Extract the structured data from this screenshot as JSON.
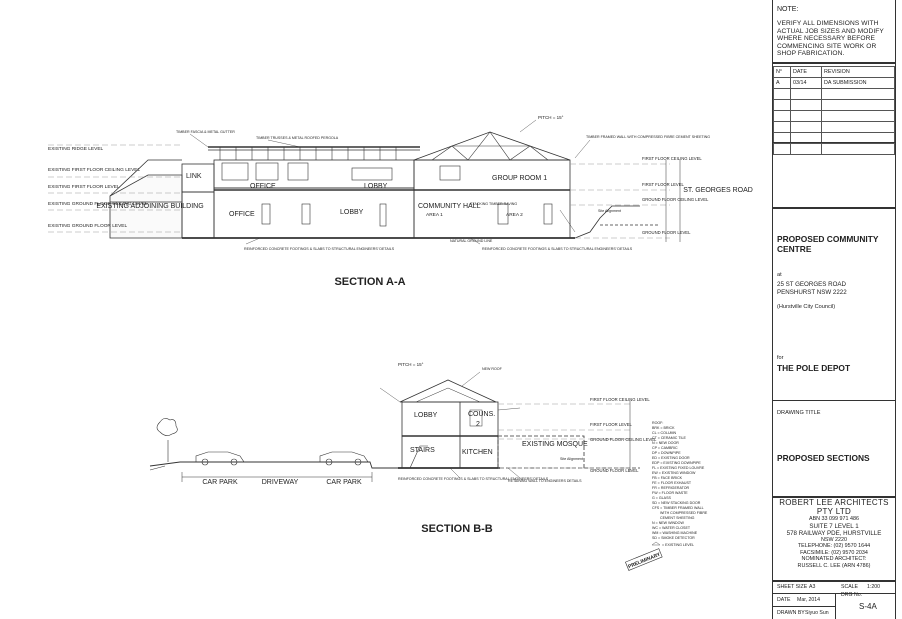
{
  "section_aa": {
    "title": "SECTION A-A",
    "pitch": "PITCH = 15°",
    "left_levels": [
      "EXISTING RIDGE LEVEL",
      "EXISTING FIRST FLOOR CEILING LEVEL",
      "EXISTING FIRST FLOOR LEVEL",
      "EXISTING GROUND FLOOR CEILING LEVEL",
      "EXISTING GROUND FLOOR LEVEL"
    ],
    "rooms": {
      "link": "LINK",
      "office_upper": "OFFICE",
      "lobby_upper": "LOBBY",
      "group_room": "GROUP ROOM 1",
      "office_lower": "OFFICE",
      "lobby_lower": "LOBBY",
      "community_hall": "COMMUNITY HALL",
      "area1": "AREA 1",
      "area2": "AREA 2",
      "existing_building": "EXISTING ADJOINING BUILDING"
    },
    "right_levels": [
      "FIRST FLOOR CEILING LEVEL",
      "FIRST FLOOR LEVEL",
      "GROUND FLOOR CEILING LEVEL",
      "GROUND FLOOR LEVEL"
    ],
    "road": "ST. GEORGES ROAD",
    "notes": {
      "timber_trusses": "TIMBER TRUSSES & METAL ROOFED PERGOLA",
      "timber_fascia": "TIMBER FASCIA & METAL GUTTER",
      "timber_framed_wall": "TIMBER FRAMED WALL WITH COMPRESSED FIBRE CEMENT SHEETING",
      "stacking_timber": "STACKING TIMBER RAVING",
      "reinforced_left": "REINFORCED CONCRETE FOOTINGS & SLABS TO STRUCTURAL ENGINEERS' DETAILS",
      "reinforced_right": "REINFORCED CONCRETE FOOTINGS & SLABS TO STRUCTURAL ENGINEERS' DETAILS",
      "natural_ground": "NATURAL GROUND LINE",
      "site_alignment": "Site Alignment"
    }
  },
  "section_bb": {
    "title": "SECTION B-B",
    "pitch": "PITCH = 15°",
    "rooms": {
      "lobby": "LOBBY",
      "couns": "COUNS.",
      "couns_num": "2",
      "stairs": "STAIRS",
      "kitchen": "KITCHEN",
      "existing_mosque": "EXISTING MOSQUE"
    },
    "car_park_1": "CAR PARK",
    "driveway": "DRIVEWAY",
    "car_park_2": "CAR PARK",
    "right_levels": [
      "FIRST FLOOR CEILING LEVEL",
      "FIRST FLOOR LEVEL",
      "GROUND FLOOR CEILING LEVEL",
      "GROUND FLOOR LEVEL"
    ],
    "notes": {
      "reinforced": "REINFORCED CONCRETE FOOTINGS & SLABS TO STRUCTURAL ENGINEERS' DETAILS",
      "retaining_wall": "RETAINING WALL TO ENGINEERS DETAILS",
      "new_roof": "NEW ROOF",
      "site_alignment": "Site Alignment"
    },
    "legend": [
      "ROOF:",
      "BRK = BRICK",
      "CL = COLUMN",
      "CT = CERAMIC TILE",
      "N = NEW DOOR",
      "CP = CAMBRIC",
      "DP = DOWNPIPE",
      "ED = EXISTING DOOR",
      "EDP = EXISTING DOWNPIPE",
      "FL = EXISTING FIXED LOUVRE",
      "EW = EXISTING WINDOW",
      "FB = FACE BRICK",
      "FE = FLOOR EXHAUST",
      "FR = REFRIGERATOR",
      "FW = FLOOR WASTE",
      "G = GLASS",
      "SD = NEW STACKING DOOR",
      "CFS = TIMBER FRAMED WALL",
      "WITH COMPRESSED FIBRE",
      "CEMENT SHEETING",
      "N = NEW WINDOW",
      "WC = WATER CLOSET",
      "WM = WASHING MACHINE",
      "SD = SMOKE DETECTOR"
    ],
    "existing_level": "= EXISTING LEVEL",
    "stamp": "PRELIMINARY"
  },
  "title_block": {
    "note_heading": "NOTE:",
    "note_body": "VERIFY ALL DIMENSIONS WITH ACTUAL JOB SIZES AND MODIFY WHERE NECESSARY BEFORE COMMENCING SITE WORK OR SHOP FABRICATION.",
    "rev_headers": [
      "N°",
      "DATE",
      "REVISION"
    ],
    "rev_rows": [
      [
        "A",
        "03/14",
        "DA SUBMISSION"
      ]
    ],
    "project_title": "PROPOSED COMMUNITY CENTRE",
    "at": "at",
    "address1": "25 ST GEORGES ROAD",
    "address2": "PENSHURST NSW 2222",
    "council": "(Hurstville City Council)",
    "for": "for",
    "client": "THE POLE DEPOT",
    "drawing_title_label": "DRAWING TITLE",
    "drawing_title": "PROPOSED SECTIONS",
    "firm_name": "ROBERT LEE ARCHITECTS",
    "firm_name2": "PTY LTD",
    "abn": "ABN 33 099 971 486",
    "suite": "SUITE 7 LEVEL 1",
    "street": "578 RAILWAY PDE, HURSTVILLE",
    "nsw": "NSW 2220",
    "telephone": "TELEPHONE: (02) 9570 1644",
    "facsimile": "FACSIMILE: (02) 9570 2034",
    "nominated": "NOMINATED ARCHITECT:",
    "architect": "RUSSELL C. LEE (ARN 4786)",
    "sheet_size_label": "SHEET SIZE",
    "sheet_size": "A3",
    "scale_label": "SCALE",
    "scale": "1:200",
    "date_label": "DATE",
    "date": "Mar, 2014",
    "dwg_no_label": "DRG No.",
    "drawn_by_label": "DRAWN BY",
    "drawn_by": "Siyuo Sun",
    "dwg_no": "S-4A"
  }
}
